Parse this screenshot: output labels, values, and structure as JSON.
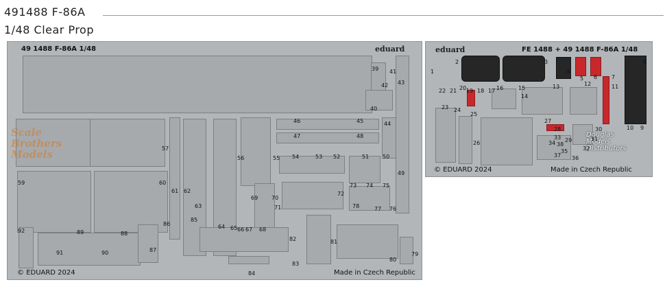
{
  "header": {
    "line1": "491488  F-86A",
    "line2": "1/48  Clear Prop"
  },
  "fret_large": {
    "title": "49 1488 F-86A 1/48",
    "brand": "eduard",
    "copyright": "© EDUARD 2024",
    "made_in": "Made in Czech Republic",
    "part_numbers": [
      "39",
      "41",
      "42",
      "43",
      "40",
      "44",
      "45",
      "46",
      "47",
      "48",
      "49",
      "50",
      "51",
      "52",
      "53",
      "54",
      "55",
      "56",
      "57",
      "59",
      "60",
      "61",
      "62",
      "63",
      "64",
      "65",
      "66",
      "67",
      "68",
      "69",
      "70",
      "71",
      "72",
      "73",
      "74",
      "75",
      "76",
      "77",
      "78",
      "79",
      "80",
      "81",
      "82",
      "83",
      "84",
      "85",
      "86",
      "87",
      "88",
      "89",
      "90",
      "91",
      "92"
    ]
  },
  "fret_small": {
    "brand": "eduard",
    "title": "FE 1488 + 49 1488  F-86A  1/48",
    "copyright": "© EDUARD 2024",
    "made_in": "Made in Czech Republic",
    "part_numbers": [
      "1",
      "2",
      "3",
      "4",
      "5",
      "6",
      "7",
      "8",
      "9",
      "10",
      "11",
      "12",
      "13",
      "14",
      "15",
      "16",
      "17",
      "18",
      "19",
      "20",
      "21",
      "22",
      "23",
      "24",
      "25",
      "26",
      "27",
      "28",
      "29",
      "30",
      "31",
      "32",
      "33",
      "34",
      "35",
      "36",
      "37",
      "38"
    ]
  },
  "watermarks": {
    "left": [
      "Scale",
      "Brothers",
      "Models"
    ],
    "right": [
      "Douglas",
      "Models",
      "Distributors"
    ]
  },
  "colors": {
    "metal": "#b2b6b9",
    "instrument_panel": "#262626",
    "red_parts": "#c8282c"
  }
}
